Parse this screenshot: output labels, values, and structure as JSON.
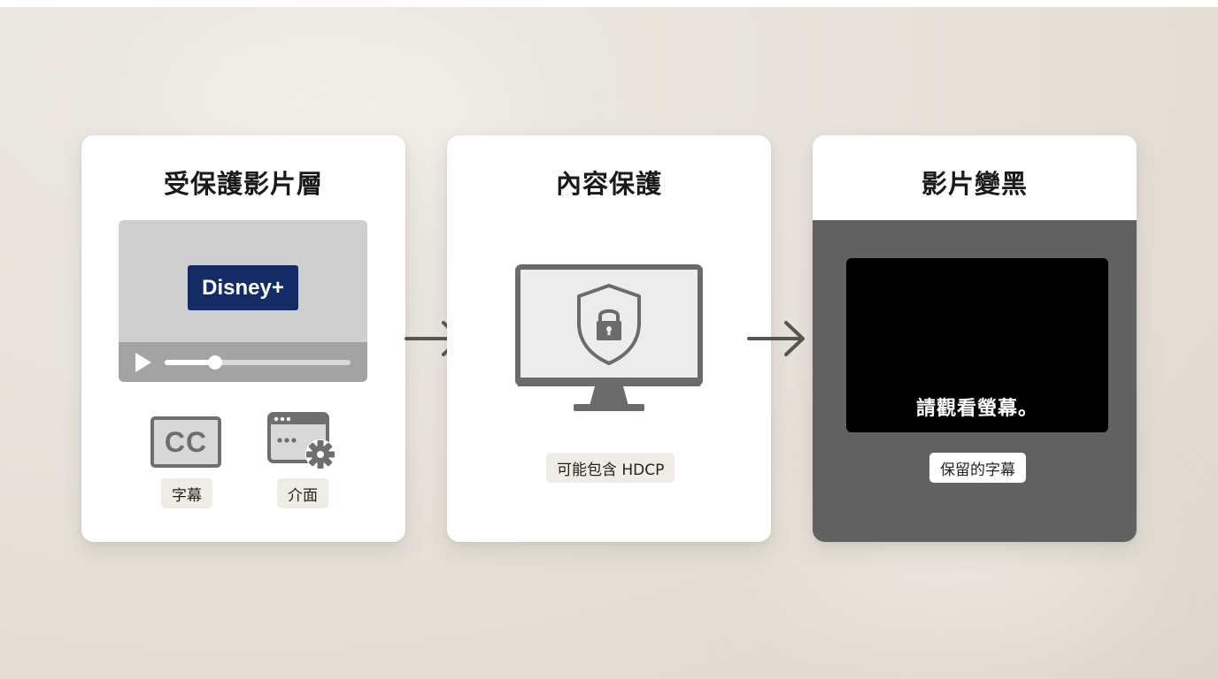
{
  "cards": [
    {
      "title": "受保護影片層",
      "player": {
        "brand_label": "Disney+",
        "progress": 0.27
      },
      "features": [
        {
          "icon_text": "CC",
          "label": "字幕",
          "icon": "cc-icon"
        },
        {
          "label": "介面",
          "icon": "ui-settings-icon"
        }
      ]
    },
    {
      "title": "內容保護",
      "icon": "monitor-shield-lock-icon",
      "note": "可能包含 HDCP"
    },
    {
      "title": "影片變黑",
      "screen_message": "請觀看螢幕。",
      "note": "保留的字幕"
    }
  ],
  "arrows": [
    "arrow-right-icon",
    "arrow-right-icon"
  ],
  "colors": {
    "background": "#e9e5de",
    "card": "#ffffff",
    "brand": "#142b66",
    "dark_panel": "#616161",
    "icon_gray": "#6e6e6e",
    "chip": "#efece6"
  }
}
